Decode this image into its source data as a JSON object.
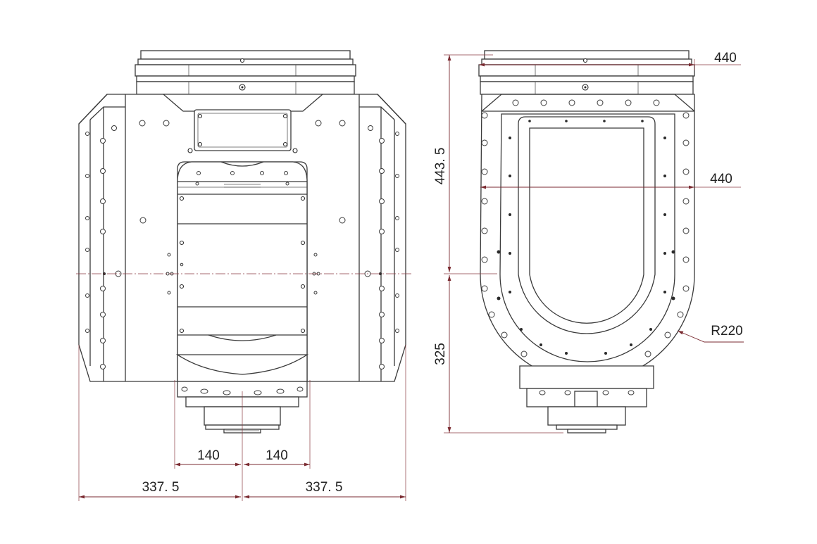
{
  "dimensions": {
    "left_view": {
      "half_inner_left": "140",
      "half_inner_right": "140",
      "half_outer_left": "337. 5",
      "half_outer_right": "337. 5"
    },
    "right_view": {
      "top_width": "440",
      "body_width": "440",
      "upper_height": "443. 5",
      "lower_height": "325",
      "radius": "R220"
    }
  },
  "colors": {
    "dimension_line": "#7a2a30",
    "part_outline": "#3a3a3a",
    "background": "#ffffff"
  }
}
